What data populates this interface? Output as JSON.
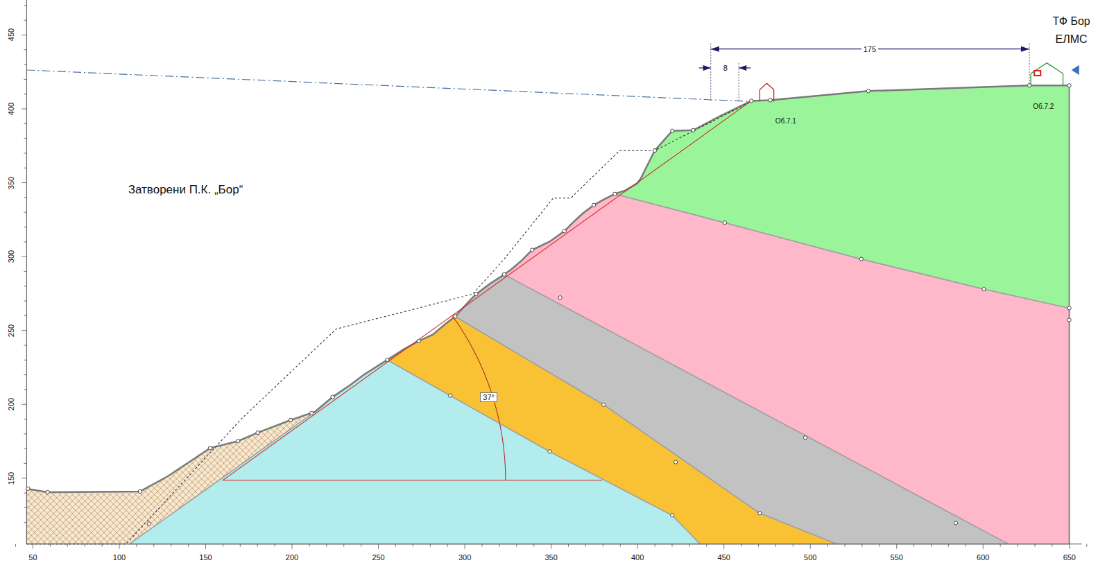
{
  "diagram": {
    "labels": [
      "Затворени П.К. „Бор“",
      "ТФ Бор",
      "ЕЛМС",
      "175",
      "8",
      "37°",
      "Об.7.1",
      "Об.7.2",
      "50",
      "100",
      "150",
      "200",
      "250",
      "300",
      "350",
      "400",
      "450",
      "500",
      "550",
      "600",
      "650",
      "450",
      "400",
      "350",
      "300",
      "250",
      "200",
      "150"
    ]
  }
}
